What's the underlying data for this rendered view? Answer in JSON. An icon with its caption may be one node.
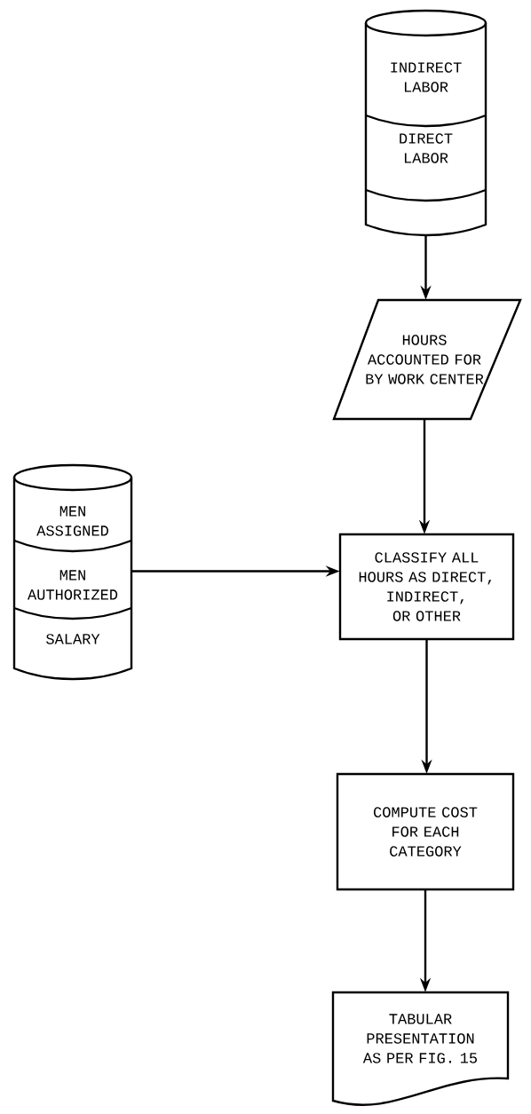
{
  "diagram": {
    "nodes": [
      {
        "text": [
          "INDIRECT LABOR",
          "DIRECT LABOR"
        ]
      },
      {
        "text": [
          "HOURS ACCOUNTED FOR BY WORK CENTER"
        ]
      },
      {
        "text": [
          "MEN ASSIGNED",
          "MEN AUTHORIZED",
          "SALARY"
        ]
      },
      {
        "text": [
          "CLASSIFY ALL HOURS AS DIRECT, INDIRECT, OR OTHER"
        ]
      },
      {
        "text": [
          "COMPUTE COST FOR EACH CATEGORY"
        ]
      },
      {
        "text": [
          "TABULAR PRESENTATION AS PER FIG. 15"
        ]
      }
    ],
    "edges": [
      {
        "from": 0,
        "to": 1,
        "arrow": "to"
      },
      {
        "from": 1,
        "to": 3,
        "arrow": "to"
      },
      {
        "from": 2,
        "to": 3,
        "arrow": "to"
      },
      {
        "from": 3,
        "to": 4,
        "arrow": "to"
      },
      {
        "from": 4,
        "to": 5,
        "arrow": "to"
      }
    ]
  }
}
